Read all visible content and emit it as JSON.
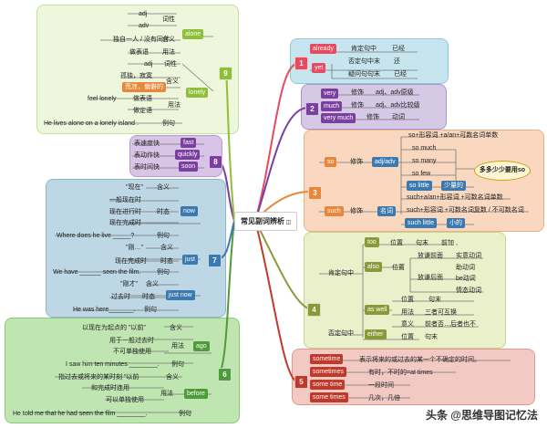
{
  "center": "常见副词辨析",
  "watermark": "头条 @思维导图记忆法",
  "b1": {
    "num": "1",
    "already": "already",
    "yet": "yet",
    "r1": "肯定句中",
    "r1b": "已经",
    "r2": "否定句中末",
    "r2b": "还",
    "r3": "疑问句句末",
    "r3b": "已经"
  },
  "b2": {
    "num": "2",
    "very": "very",
    "much": "much",
    "verymuch": "very much",
    "mod": "修饰",
    "adj1": "adj、adv原级",
    "adj2": "adj、adv比较级",
    "adj3": "动词"
  },
  "b3": {
    "num": "3",
    "so": "so",
    "such": "such",
    "mod": "修饰",
    "adjadv": "adj/adv",
    "noun": "名词",
    "s1": "so+形容词 +a/an+可数名词单数",
    "s2": "so much",
    "s3": "so many",
    "s4": "so few",
    "s5": "so little",
    "s5b": "少量的",
    "bubble": "多多少少要用so",
    "h1": "such+a/an+形容词 +可数名词单数",
    "h2": "such+形容词 +可数名词复数 / 不可数名词",
    "h3": "such little",
    "h3b": "小的"
  },
  "b4": {
    "num": "4",
    "too": "too",
    "also": "also",
    "aswell": "as well",
    "either": "either",
    "affirm": "肯定句中",
    "neg": "否定句中",
    "too1": "位置",
    "too2": "句末",
    "too3": "前加 ,",
    "also1": "位置",
    "also2": "放谦前面",
    "also3": "实意动词",
    "also4": "放谦后面",
    "also5": "助动词",
    "also6": "be动词",
    "also7": "情态动词",
    "aw1": "位置",
    "aw2": "句末",
    "aw3": "用法",
    "aw4": "三者可互换",
    "aw5": "意义",
    "aw6": "前者否…后者也不",
    "ei1": "位置",
    "ei2": "句末"
  },
  "b5": {
    "num": "5",
    "k1": "sometime",
    "d1": "表示将来的或过去的某一个不确定的时间。",
    "k2": "sometimes",
    "d2": "有时，不时的=at times",
    "k3": "some time",
    "d3": "一段时间",
    "k4": "some times",
    "d4": "几次，几倍"
  },
  "b6": {
    "num": "6",
    "ago": "ago",
    "before": "before",
    "a1": "以现在为起点的 \"以前\"",
    "a1b": "含义",
    "a2": "用于一般过去时",
    "a3": "不可单独使用",
    "a4": "用法",
    "a5": "I saw him ten minutes ________.",
    "a5b": "例句",
    "f1": "指过去或将来的某时刻 \"以前",
    "f1b": "含义",
    "f2": "和完成时连用",
    "f3": "可以单独使用",
    "f4": "用法",
    "f5": "He told me that he had seen the film ________.",
    "f5b": "例句"
  },
  "b7": {
    "num": "7",
    "now": "now",
    "just": "just",
    "justnow": "just now",
    "n1": "\"现在\"",
    "n1b": "含义",
    "n2": "一般现在时",
    "n3": "现在进行时",
    "n3b": "时态",
    "n4": "现在完成时",
    "n5": "Where does he live _____?",
    "n5b": "例句",
    "j1": "\"刚…\"",
    "j1b": "含义",
    "j2": "现在完成时",
    "j2b": "时态",
    "j3": "We have ______ seen the film.",
    "j3b": "例句",
    "jn1": "\"刚才\"",
    "jn1b": "含义",
    "jn2": "过去时",
    "jn2b": "时态",
    "jn3": "He was here_______.",
    "jn3b": "例句"
  },
  "b8": {
    "num": "8",
    "fast": "fast",
    "quickly": "quickly",
    "soon": "soon",
    "f1": "表速度快",
    "f2": "表动作快",
    "f3": "表时间快"
  },
  "b9": {
    "num": "9",
    "alone": "alone",
    "lonely": "lonely",
    "a1": "adj",
    "a1b": "词性",
    "a2": "adv",
    "a3": "独自一人 / 没有同伴",
    "a3b": "含义",
    "a4": "做表语",
    "a4b": "用法",
    "l1": "adj",
    "l1b": "词性",
    "l2": "孤独，寂寞",
    "l2b": "含义",
    "l3": "荒凉，偏僻的",
    "l4": "feel lonely",
    "l4b": "做表语",
    "l5": "做定语",
    "l5b": "用法",
    "l6": "He lives alone on a  lonely island .",
    "l6b": "例句"
  },
  "colors": {
    "b1": "#e84a5f",
    "b2": "#7b3fa0",
    "b3": "#e8873a",
    "b4": "#8a9a3a",
    "b5": "#c0392b",
    "b6": "#4f9a3a",
    "b7": "#3a7ab0",
    "b8": "#7b3fa0",
    "b9": "#8fbf3a"
  }
}
